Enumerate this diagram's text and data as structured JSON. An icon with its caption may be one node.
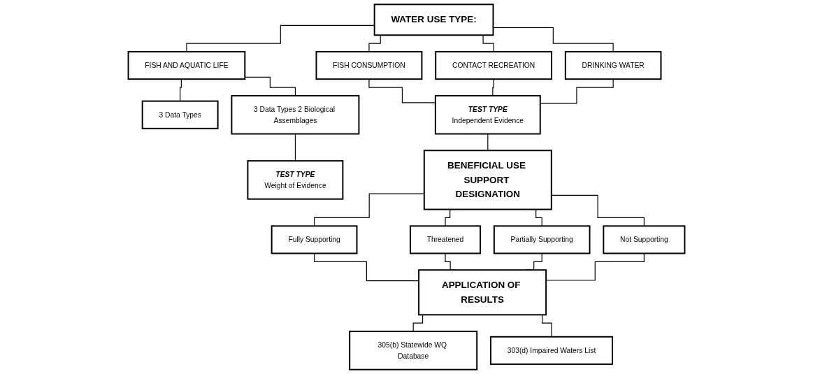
{
  "diagram": {
    "nodes": [
      {
        "text": [
          "WATER USE TYPE:"
        ]
      },
      {
        "text": [
          "FISH CONSUMPTION"
        ]
      },
      {
        "text": [
          "CONTACT RECREATION"
        ]
      },
      {
        "text": [
          "DRINKING WATER"
        ]
      },
      {
        "text": [
          "FISH AND AQUATIC LIFE"
        ]
      },
      {
        "text": [
          "3 Data Types"
        ]
      },
      {
        "text": [
          "3 Data Types 2 Biological Assemblages"
        ]
      },
      {
        "text": [
          "TEST TYPE",
          "Independent Evidence"
        ]
      },
      {
        "text": [
          "TEST TYPE",
          "Weight of Evidence"
        ]
      },
      {
        "text": [
          "BENEFICIAL USE SUPPORT DESIGNATION"
        ]
      },
      {
        "text": [
          "Fully Supporting"
        ]
      },
      {
        "text": [
          "Threatened"
        ]
      },
      {
        "text": [
          "Partially Supporting"
        ]
      },
      {
        "text": [
          "Not Supporting"
        ]
      },
      {
        "text": [
          "APPLICATION OF RESULTS"
        ]
      },
      {
        "text": [
          "305(b) Statewide WQ Database"
        ]
      },
      {
        "text": [
          "303(d) Impaired Waters List"
        ]
      }
    ],
    "edges": [
      {
        "from": 0,
        "to": 1,
        "arrow": "none"
      },
      {
        "from": 0,
        "to": 2,
        "arrow": "none"
      },
      {
        "from": 0,
        "to": 3,
        "arrow": "none"
      },
      {
        "from": 0,
        "to": 4,
        "arrow": "none"
      },
      {
        "from": 4,
        "to": 5,
        "arrow": "none"
      },
      {
        "from": 4,
        "to": 6,
        "arrow": "none"
      },
      {
        "from": 1,
        "to": 7,
        "arrow": "none"
      },
      {
        "from": 2,
        "to": 7,
        "arrow": "none"
      },
      {
        "from": 3,
        "to": 7,
        "arrow": "none"
      },
      {
        "from": 6,
        "to": 8,
        "arrow": "none"
      },
      {
        "from": 7,
        "to": 9,
        "arrow": "none"
      },
      {
        "from": 9,
        "to": 10,
        "arrow": "none"
      },
      {
        "from": 9,
        "to": 11,
        "arrow": "none"
      },
      {
        "from": 9,
        "to": 12,
        "arrow": "none"
      },
      {
        "from": 9,
        "to": 13,
        "arrow": "none"
      },
      {
        "from": 10,
        "to": 14,
        "arrow": "none"
      },
      {
        "from": 11,
        "to": 14,
        "arrow": "none"
      },
      {
        "from": 12,
        "to": 14,
        "arrow": "none"
      },
      {
        "from": 13,
        "to": 14,
        "arrow": "none"
      },
      {
        "from": 14,
        "to": 15,
        "arrow": "none"
      },
      {
        "from": 14,
        "to": 16,
        "arrow": "none"
      }
    ]
  }
}
